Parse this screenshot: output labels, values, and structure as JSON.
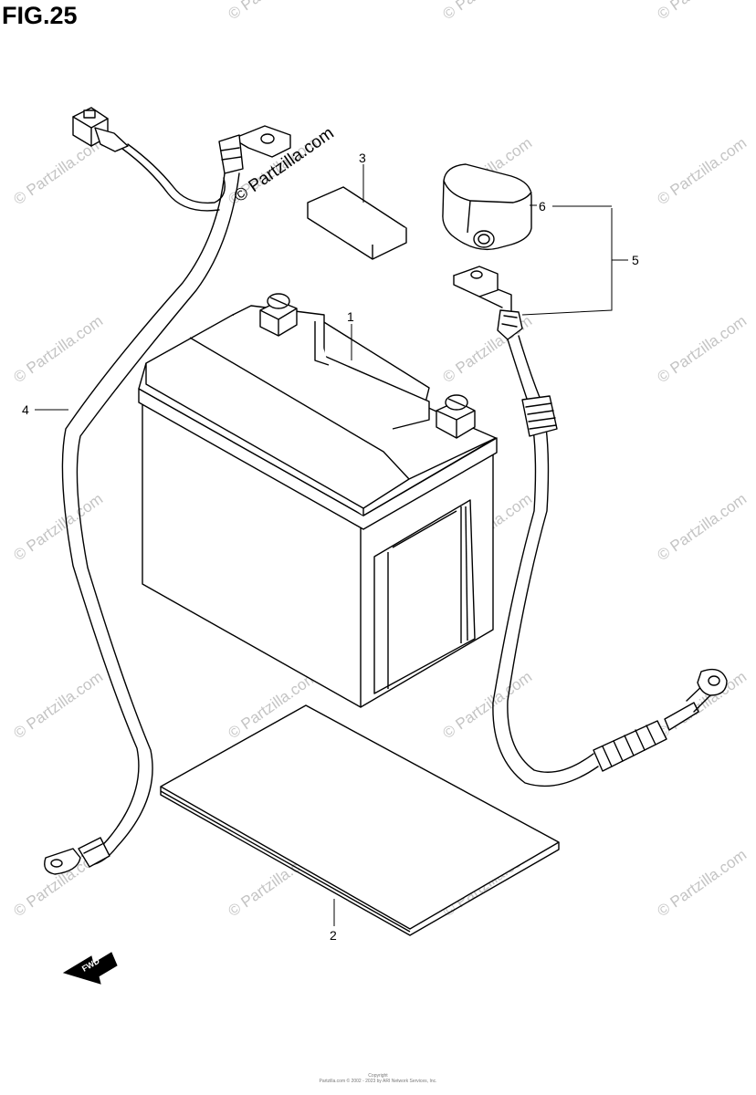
{
  "figure": {
    "title": "FIG.25"
  },
  "callouts": [
    {
      "id": "1",
      "text": "1"
    },
    {
      "id": "2",
      "text": "2"
    },
    {
      "id": "3",
      "text": "3"
    },
    {
      "id": "4",
      "text": "4"
    },
    {
      "id": "5",
      "text": "5"
    },
    {
      "id": "6",
      "text": "6"
    }
  ],
  "watermark": {
    "text": "© Partzilla.com",
    "prominent_text": "© Partzilla.com"
  },
  "fwd_marker": {
    "text": "FWD"
  },
  "copyright": {
    "line1": "Copyright",
    "line2": "Partzilla.com © 2002 - 2023 by ARI Network Services, Inc."
  }
}
